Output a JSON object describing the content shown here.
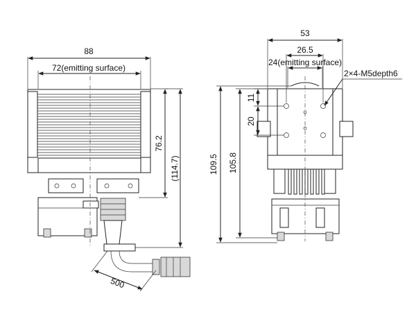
{
  "diagram": {
    "left_view": {
      "overall_width": "88",
      "emitting_width": "72(emitting surface)",
      "head_height": "76.2",
      "total_height_ref": "(114.7)",
      "cable_length": "500"
    },
    "right_view": {
      "overall_width": "53",
      "hole_pitch": "26.5",
      "emitting_width": "24(emitting surface)",
      "thread_spec": "2×4-M5depth6",
      "hole_offset_top": "11",
      "hole_spacing": "20",
      "total_height": "109.5",
      "body_height": "105.8"
    }
  }
}
